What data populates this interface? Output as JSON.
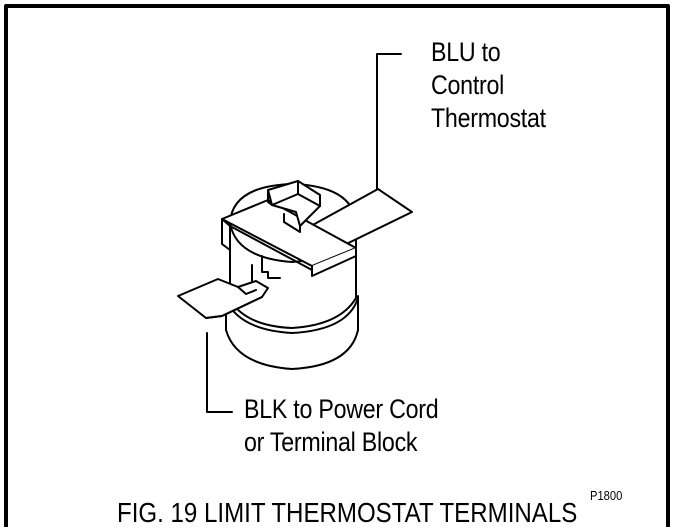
{
  "figure": {
    "caption": "FIG. 19 LIMIT THERMOSTAT TERMINALS",
    "code": "P1800"
  },
  "callouts": {
    "blu": {
      "lines": [
        "BLU to",
        "Control",
        "Thermostat"
      ]
    },
    "blk": {
      "lines": [
        "BLK to Power Cord",
        "or Terminal Block"
      ]
    }
  },
  "colors": {
    "ink": "#000000",
    "paper": "#ffffff"
  }
}
